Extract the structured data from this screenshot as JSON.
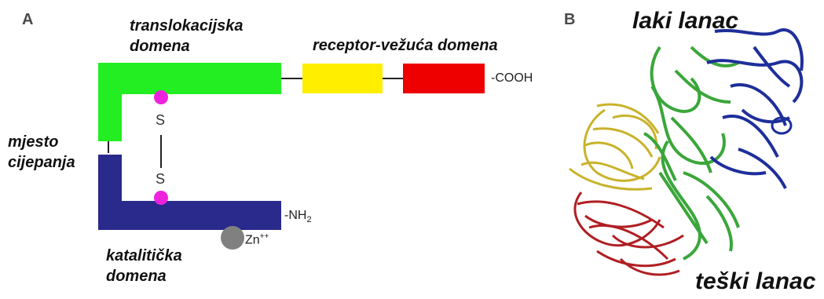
{
  "panel_a": {
    "letter": "A",
    "labels": {
      "translocation_domain": [
        "translokacijska",
        "domena"
      ],
      "receptor_domain": "receptor-vežuća domena",
      "cleavage_site": [
        "mjesto",
        "cijepanja"
      ],
      "catalytic_domain": [
        "katalitička",
        "domena"
      ]
    },
    "terminals": {
      "cooh": "-COOH",
      "nh2_main": "-NH",
      "nh2_sub": "2",
      "zinc_main": "Zn",
      "zinc_sup": "++"
    },
    "sulfur_top": "S",
    "sulfur_bottom": "S"
  },
  "panel_b": {
    "letter": "B",
    "light_chain": "laki lanac",
    "heavy_chain": "teški lanac"
  },
  "colors": {
    "translocation": "#22ee22",
    "receptor_n": "#ffee00",
    "receptor_c": "#ee0000",
    "catalytic": "#2a2a8c",
    "disulfide_dot": "#ee22dd",
    "zinc": "#808080",
    "protein_green": "#3aa63a",
    "protein_blue": "#1e2e9a",
    "protein_yellow": "#c9b22a",
    "protein_red": "#b01e22"
  }
}
